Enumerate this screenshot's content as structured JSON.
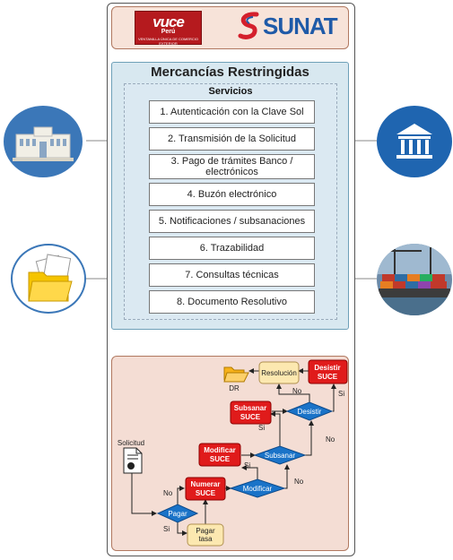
{
  "header": {
    "vuce_logo": {
      "main": "vuce",
      "sub": "Perú",
      "tagline": "VENTANILLA ÚNICA DE COMERCIO EXTERIOR"
    },
    "sunat_logo": {
      "text": "SUNAT"
    }
  },
  "main": {
    "title": "Mercancías Restringidas",
    "services_title": "Servicios",
    "services": [
      {
        "label": "1. Autenticación con la Clave Sol"
      },
      {
        "label": "2. Transmisión de la Solicitud"
      },
      {
        "label": "3. Pago de trámites Banco / electrónicos"
      },
      {
        "label": "4. Buzón electrónico"
      },
      {
        "label": "5. Notificaciones / subsanaciones"
      },
      {
        "label": "6. Trazabilidad"
      },
      {
        "label": "7. Consultas técnicas"
      },
      {
        "label": "8. Documento Resolutivo"
      }
    ]
  },
  "side_icons": {
    "left_top": "government-building-icon",
    "left_bottom": "folder-documents-icon",
    "right_top": "bank-icon",
    "right_bottom": "container-port-icon"
  },
  "flow": {
    "nodes": {
      "solicitud": "Solicitud",
      "pagar": "Pagar",
      "pagar_tasa": "Pagar tasa",
      "numerar_suce": "Numerar SUCE",
      "modificar": "Modificar",
      "modificar_suce": "Modificar SUCE",
      "subsanar": "Subsanar",
      "subsanar_suce": "Subsanar SUCE",
      "desistir": "Desistir",
      "desistir_suce": "Desistir SUCE",
      "resolucion": "Resolución",
      "dr": "DR"
    },
    "labels": {
      "no": "No",
      "si": "Si"
    }
  },
  "colors": {
    "decision": "#1a73c8",
    "action_red": "#e01b1b",
    "action_cream": "#fce8b0",
    "panel_blue": "#d8e8f0",
    "panel_pink": "#f4ddd4"
  }
}
